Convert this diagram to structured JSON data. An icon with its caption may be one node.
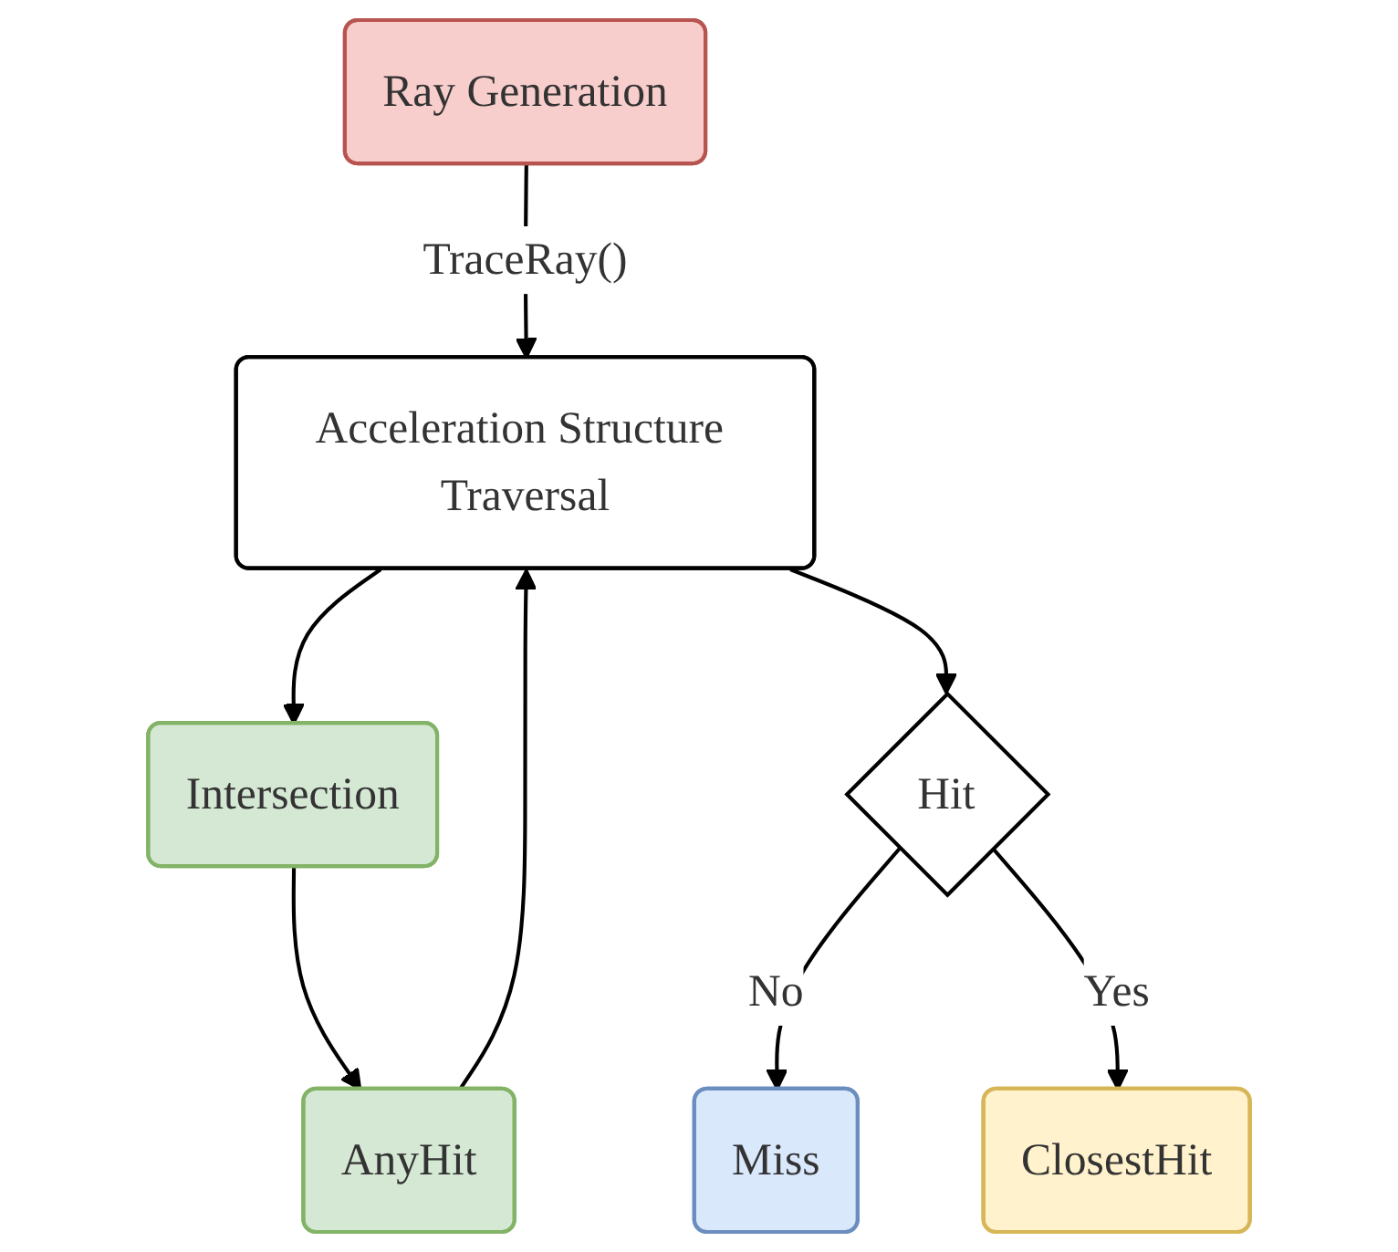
{
  "diagram": {
    "nodes": [
      {
        "text": [
          "Ray Generation"
        ]
      },
      {
        "text": [
          "Acceleration Structure Traversal"
        ]
      },
      {
        "text": [
          "Intersection"
        ]
      },
      {
        "text": [
          "AnyHit"
        ]
      },
      {
        "text": [
          "Hit"
        ]
      },
      {
        "text": [
          "Miss"
        ]
      },
      {
        "text": [
          "ClosestHit"
        ]
      }
    ],
    "edges": [
      {
        "from": 0,
        "to": 1,
        "arrow": "to",
        "label": "TraceRay()"
      },
      {
        "from": 1,
        "to": 2,
        "arrow": "to"
      },
      {
        "from": 2,
        "to": 3,
        "arrow": "to"
      },
      {
        "from": 3,
        "to": 1,
        "arrow": "to"
      },
      {
        "from": 1,
        "to": 4,
        "arrow": "to"
      },
      {
        "from": 4,
        "to": 5,
        "arrow": "to",
        "label": "No"
      },
      {
        "from": 4,
        "to": 6,
        "arrow": "to",
        "label": "Yes"
      }
    ]
  }
}
